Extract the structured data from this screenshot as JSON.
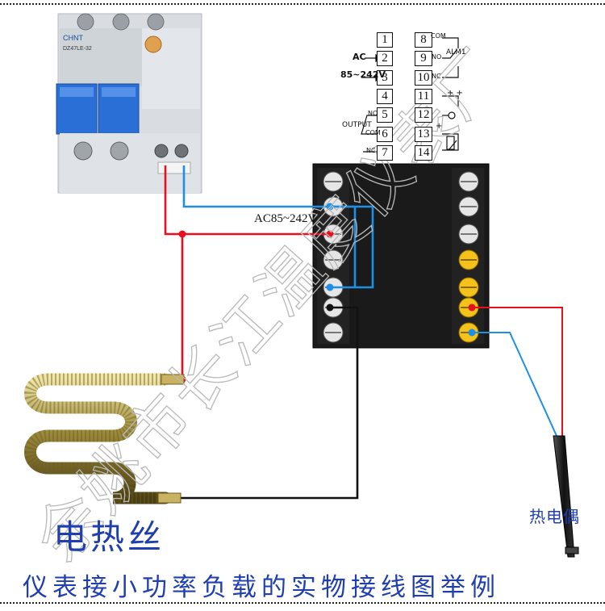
{
  "title": "仪表接小功率负载的实物接线图举例",
  "heater_label": "电热丝",
  "thermocouple_label": "热电偶",
  "supply_label": "AC85~242V",
  "watermark": "余姚市长江温度仪表厂",
  "breaker": {
    "brand": "CHNT",
    "model": "DZ47LE-32"
  },
  "pinout": {
    "left_pins": [
      "1",
      "2",
      "3",
      "4",
      "5",
      "6",
      "7"
    ],
    "right_pins": [
      "8",
      "9",
      "10",
      "11",
      "12",
      "13",
      "14"
    ],
    "ac_label": "AC",
    "ac_range": "85~242V",
    "output_label": "OUTPUT",
    "no_label": "NO",
    "com_label": "COM",
    "nc_label": "NC",
    "alm_label": "ALM1",
    "right_com": "COM",
    "right_no": "NO",
    "right_nc": "NC",
    "plus_plus": "+ +",
    "plus": "+"
  },
  "colors": {
    "live": "#e8101e",
    "neutral": "#1e8fe6",
    "load": "#111111",
    "label_blue": "#1f3fb0",
    "terminal_yellow": "#f4c21a",
    "breaker_blue": "#2a6fd6"
  }
}
